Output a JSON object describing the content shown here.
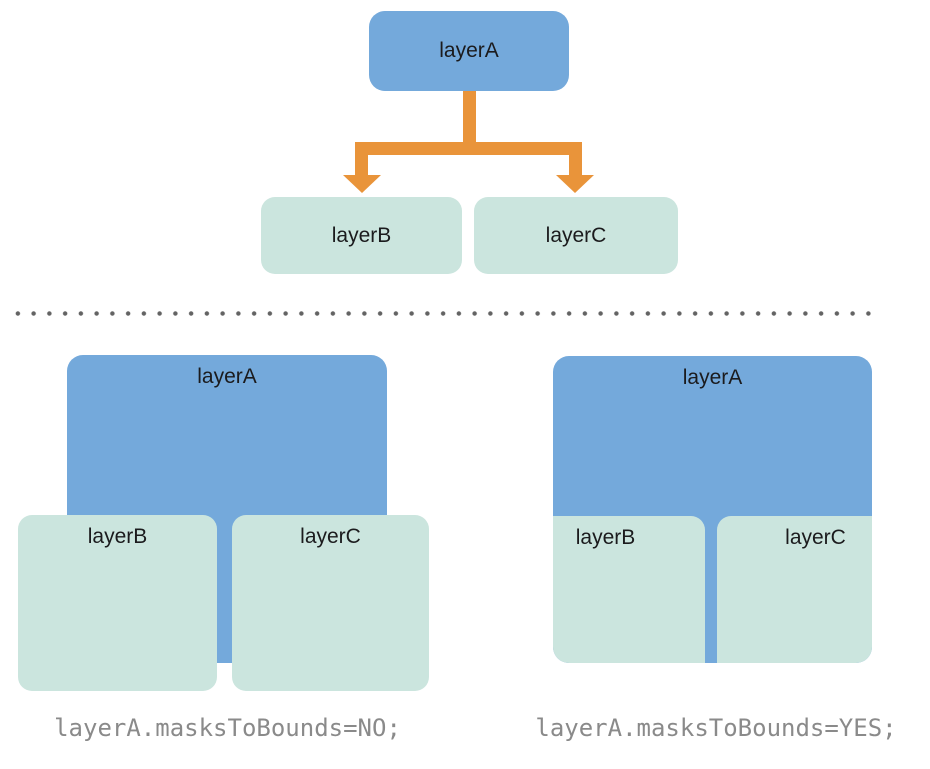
{
  "colors": {
    "background": "#FFFFFF",
    "parent_layer": "#74A9DB",
    "child_layer": "#CBE5DE",
    "connector": "#E9943A",
    "label_text": "#1B1B1D",
    "caption_text": "#8A8A8A",
    "separator_dot": "#636363"
  },
  "tree": {
    "parent_label": "layerA",
    "child_b_label": "layerB",
    "child_c_label": "layerC"
  },
  "example_unmasked": {
    "parent_label": "layerA",
    "child_b_label": "layerB",
    "child_c_label": "layerC",
    "caption": "layerA.masksToBounds=NO;"
  },
  "example_masked": {
    "parent_label": "layerA",
    "child_b_label": "layerB",
    "child_c_label": "layerC",
    "caption": "layerA.masksToBounds=YES;"
  }
}
